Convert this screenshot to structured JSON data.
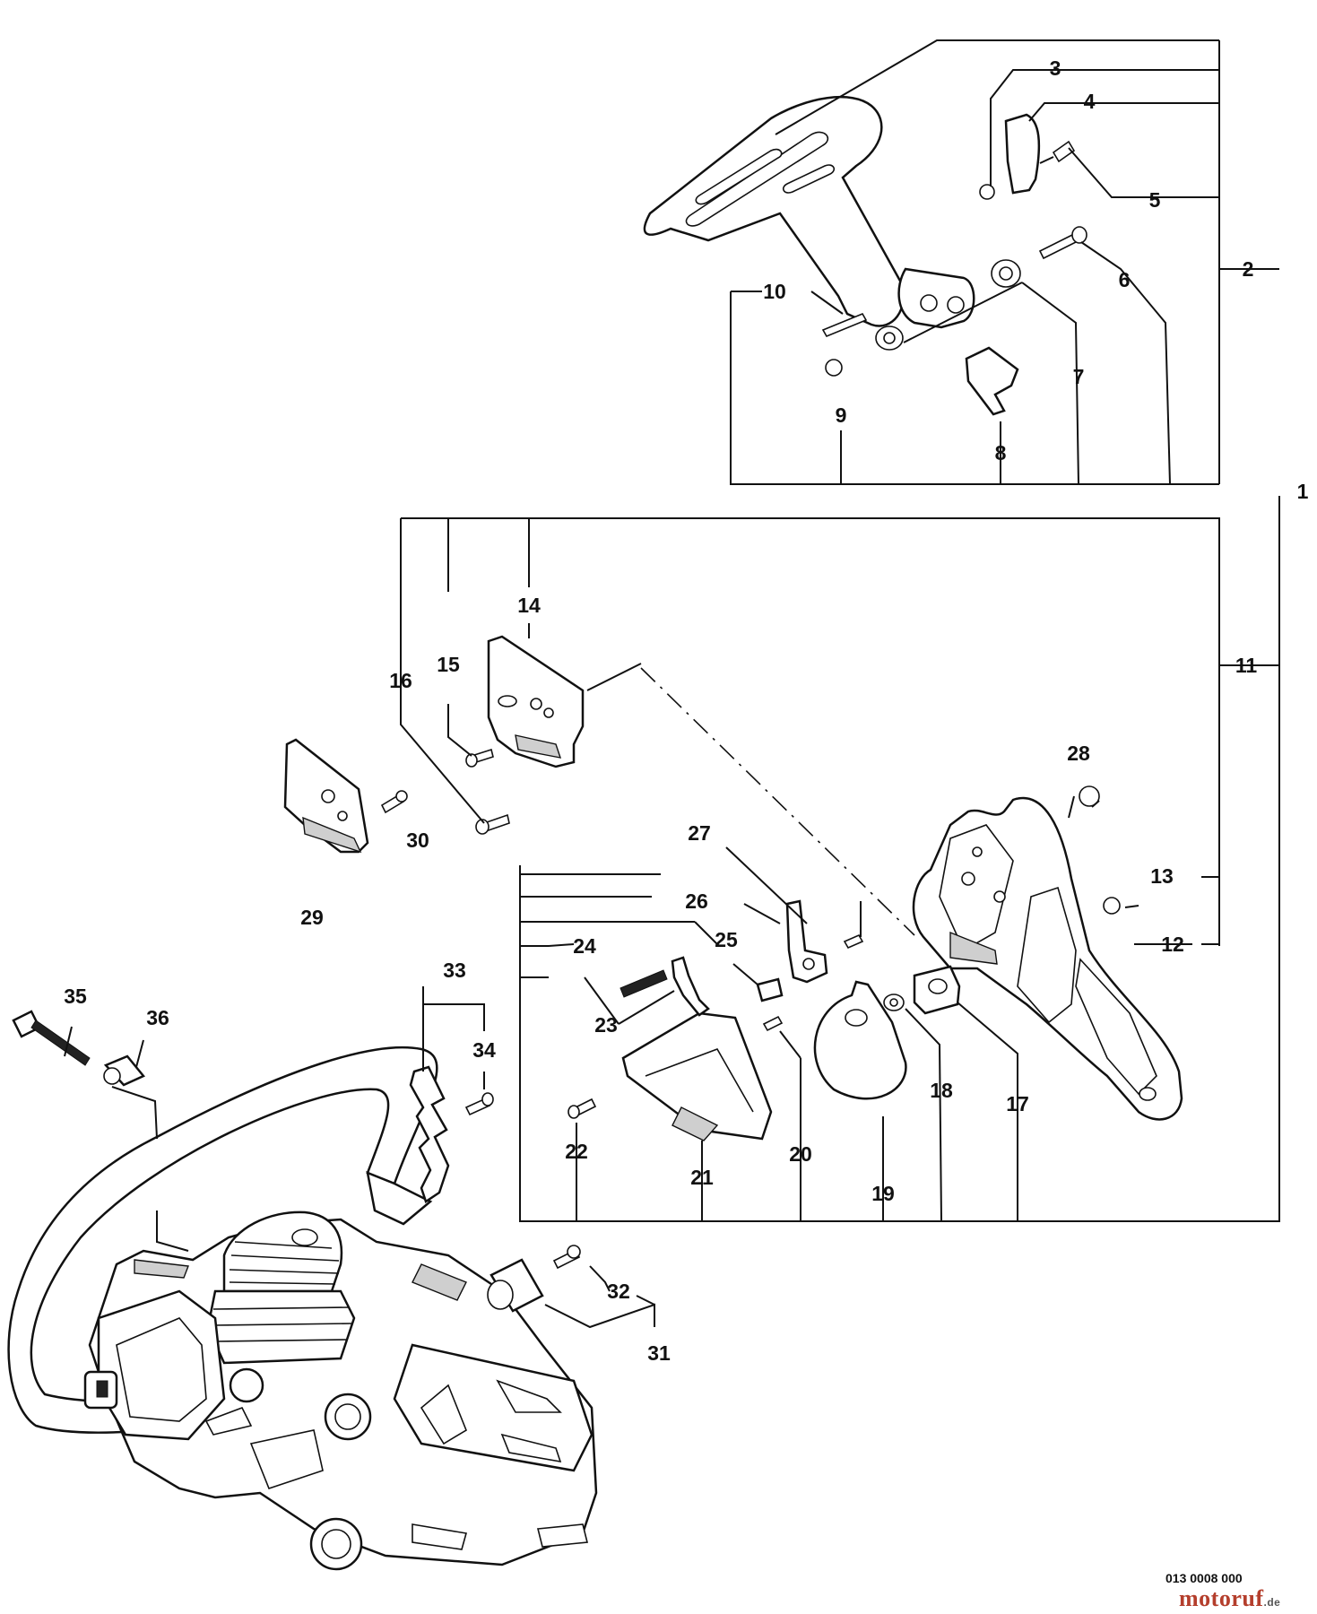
{
  "diagram": {
    "labels": [
      "1",
      "2",
      "3",
      "4",
      "5",
      "6",
      "7",
      "8",
      "9",
      "10",
      "11",
      "12",
      "13",
      "14",
      "15",
      "16",
      "17",
      "18",
      "19",
      "20",
      "21",
      "22",
      "23",
      "24",
      "25",
      "26",
      "27",
      "28",
      "29",
      "30",
      "31",
      "32",
      "33",
      "34",
      "35",
      "36"
    ],
    "reference_code": "013 0008 000",
    "brand": "motoruf",
    "brand_suffix": ".de"
  }
}
